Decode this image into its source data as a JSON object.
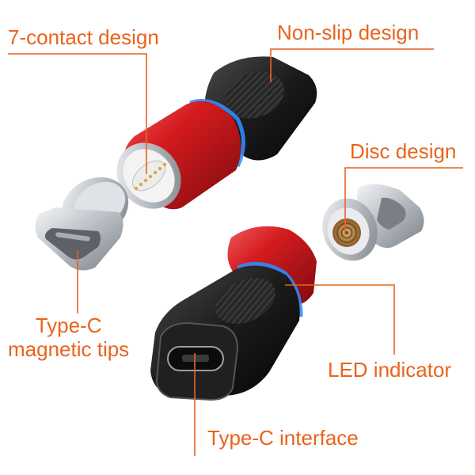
{
  "labels": {
    "contact_design": "7-contact design",
    "non_slip_design": "Non-slip design",
    "disc_design": "Disc design",
    "typec_tips_line1": "Type-C",
    "typec_tips_line2": "magnetic tips",
    "led_indicator": "LED indicator",
    "typec_interface": "Type-C interface"
  },
  "colors": {
    "label_text": "#e8641c",
    "leader_line": "#e8641c",
    "body_red": "#c8161c",
    "shell_black": "#1a1a1a",
    "led_blue": "#2d8cff",
    "metal": "#c9cdd2"
  },
  "icons": [
    "magnetic-adapter-top",
    "magnetic-adapter-bottom",
    "typec-plug-left",
    "disc-plug-right"
  ]
}
